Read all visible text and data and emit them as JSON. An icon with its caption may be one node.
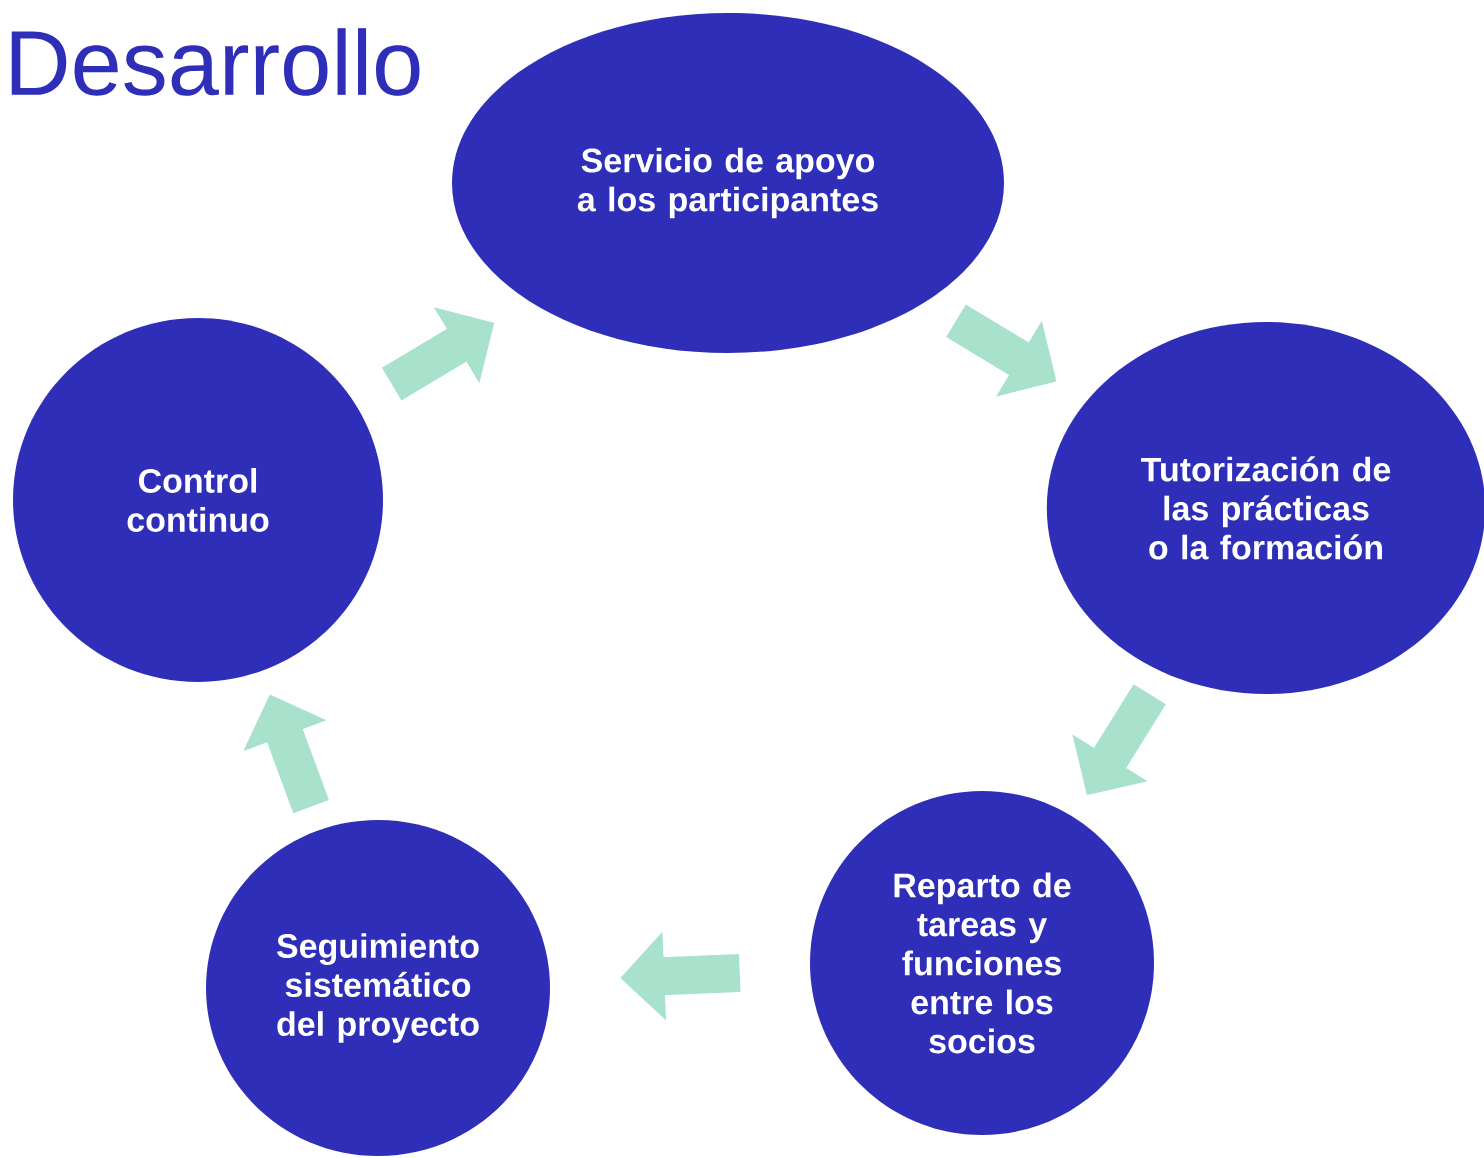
{
  "diagram": {
    "title": "Desarrollo",
    "nodes": [
      {
        "text": [
          "Servicio de apoyo a los participantes"
        ]
      },
      {
        "text": [
          "Tutorización de las prácticas o la formación"
        ]
      },
      {
        "text": [
          "Reparto de tareas y funciones entre los socios"
        ]
      },
      {
        "text": [
          "Seguimiento sistemático del proyecto"
        ]
      },
      {
        "text": [
          "Control continuo"
        ]
      }
    ],
    "edges": [
      {
        "from": 0,
        "to": 1,
        "arrow": "to"
      },
      {
        "from": 1,
        "to": 2,
        "arrow": "to"
      },
      {
        "from": 2,
        "to": 3,
        "arrow": "to"
      },
      {
        "from": 3,
        "to": 4,
        "arrow": "to"
      },
      {
        "from": 4,
        "to": 0,
        "arrow": "to"
      }
    ]
  }
}
